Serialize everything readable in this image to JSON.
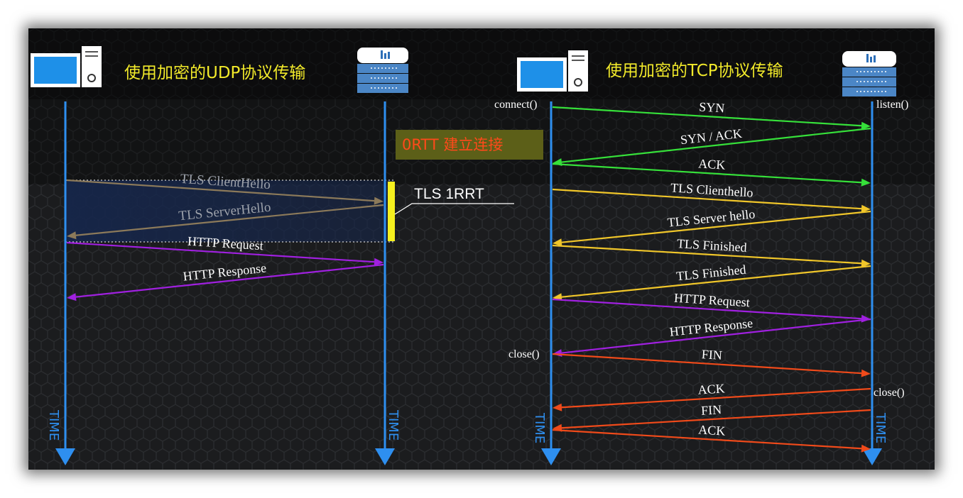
{
  "udp_panel": {
    "title": "使用加密的UDP协议传输",
    "zero_rtt_label": "0RTT 建立连接",
    "tls_rtt_label": "TLS  1RRT",
    "messages": [
      {
        "label": "TLS ClientHello",
        "direction": "to_server",
        "color": "#8c7a5a"
      },
      {
        "label": "TLS ServerHello",
        "direction": "to_client",
        "color": "#8c7a5a"
      },
      {
        "label": "HTTP Request",
        "direction": "to_server",
        "color": "#a020e0"
      },
      {
        "label": "HTTP Response",
        "direction": "to_client",
        "color": "#a020e0"
      }
    ],
    "client_time_label": "TIME",
    "server_time_label": "TIME"
  },
  "tcp_panel": {
    "title": "使用加密的TCP协议传输",
    "client_connect_label": "connect()",
    "server_listen_label": "listen()",
    "client_close_label": "close()",
    "server_close_label": "close()",
    "messages": [
      {
        "label": "SYN",
        "direction": "to_server",
        "color": "#36e03a"
      },
      {
        "label": "SYN / ACK",
        "direction": "to_client",
        "color": "#36e03a"
      },
      {
        "label": "ACK",
        "direction": "to_server",
        "color": "#36e03a"
      },
      {
        "label": "TLS Clienthello",
        "direction": "to_server",
        "color": "#f0c62a"
      },
      {
        "label": "TLS Server hello",
        "direction": "to_client",
        "color": "#f0c62a"
      },
      {
        "label": "TLS Finished",
        "direction": "to_server",
        "color": "#f0c62a"
      },
      {
        "label": "TLS Finished",
        "direction": "to_client",
        "color": "#f0c62a"
      },
      {
        "label": "HTTP Request",
        "direction": "to_server",
        "color": "#a020e0"
      },
      {
        "label": "HTTP Response",
        "direction": "to_client",
        "color": "#a020e0"
      },
      {
        "label": "FIN",
        "direction": "to_server",
        "color": "#f04a1a"
      },
      {
        "label": "ACK",
        "direction": "to_client",
        "color": "#f04a1a"
      },
      {
        "label": "FIN",
        "direction": "to_client",
        "color": "#f04a1a"
      },
      {
        "label": "ACK",
        "direction": "to_server",
        "color": "#f04a1a"
      }
    ],
    "client_time_label": "TIME",
    "server_time_label": "TIME"
  },
  "icons": {
    "client": "desktop-computer-icon",
    "server": "server-rack-icon"
  },
  "colors": {
    "timeline": "#2e8ff0",
    "title": "#f2ea2a",
    "tls_bar": "#f5f01e",
    "zero_rtt_bg": "#5c5f18",
    "zero_rtt_text": "#ff4a1a"
  }
}
